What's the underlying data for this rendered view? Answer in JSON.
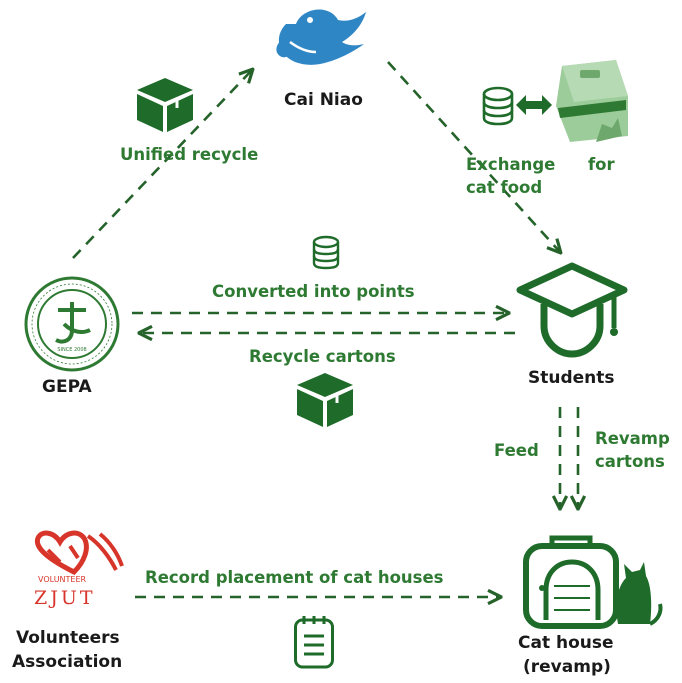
{
  "nodes": {
    "cai_niao": {
      "label": "Cai Niao",
      "icon": "bird-logo-icon"
    },
    "students": {
      "label": "Students",
      "icon": "graduation-cap-icon"
    },
    "gepa": {
      "label": "GEPA",
      "icon": "gepa-seal-logo-icon",
      "seal_text": "SINCE 2008"
    },
    "volunteers": {
      "label_line1": "Volunteers",
      "label_line2": "Association",
      "icon": "zjut-volunteer-logo-icon",
      "logo_text1": "VOLUNTEER",
      "logo_text2": "ZJUT"
    },
    "cat_house": {
      "label_line1": "Cat house",
      "label_line2": "(revamp)",
      "icon": "pet-carrier-cat-icon"
    }
  },
  "edges": {
    "unified_recycle": {
      "label": "Unified recycle",
      "icon": "box-icon"
    },
    "exchange_food": {
      "label_line1": "Exchange",
      "label_for": "for",
      "label_line2": "cat food",
      "icons": [
        "coins-icon",
        "swap-arrow-icon",
        "food-bag-icon"
      ]
    },
    "converted_points": {
      "label": "Converted into points",
      "icon": "coins-icon"
    },
    "recycle_cartons": {
      "label": "Recycle cartons",
      "icon": "box-icon"
    },
    "feed": {
      "label": "Feed"
    },
    "revamp_cartons": {
      "label_line1": "Revamp",
      "label_line2": "cartons"
    },
    "record_placement": {
      "label": "Record placement of cat houses",
      "icon": "clipboard-icon"
    }
  },
  "colors": {
    "dark_green": "#1e6b2a",
    "text_green": "#2e7a33",
    "bird_blue": "#2f86c5",
    "bag_green": "#9ccc9a",
    "logo_red": "#d8352a",
    "label_black": "#1a1a1a"
  }
}
